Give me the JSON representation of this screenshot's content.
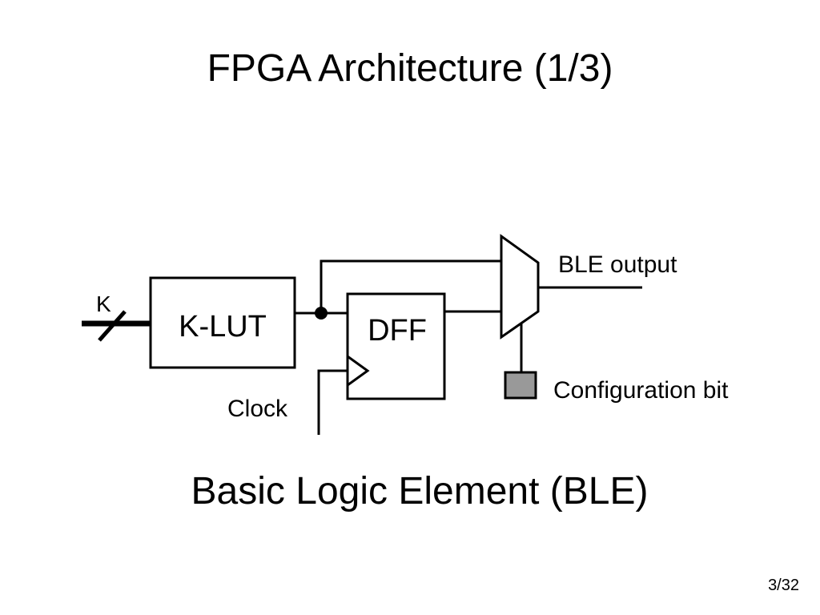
{
  "slide": {
    "title": "FPGA Architecture (1/3)",
    "caption": "Basic Logic Element (BLE)",
    "page_number": "3/32"
  },
  "diagram": {
    "input_bus_label": "K",
    "lut_label": "K-LUT",
    "dff_label": "DFF",
    "clock_label": "Clock",
    "output_label": "BLE output",
    "config_bit_label": "Configuration bit",
    "config_bit_color": "#999999",
    "line_color": "#000000"
  }
}
